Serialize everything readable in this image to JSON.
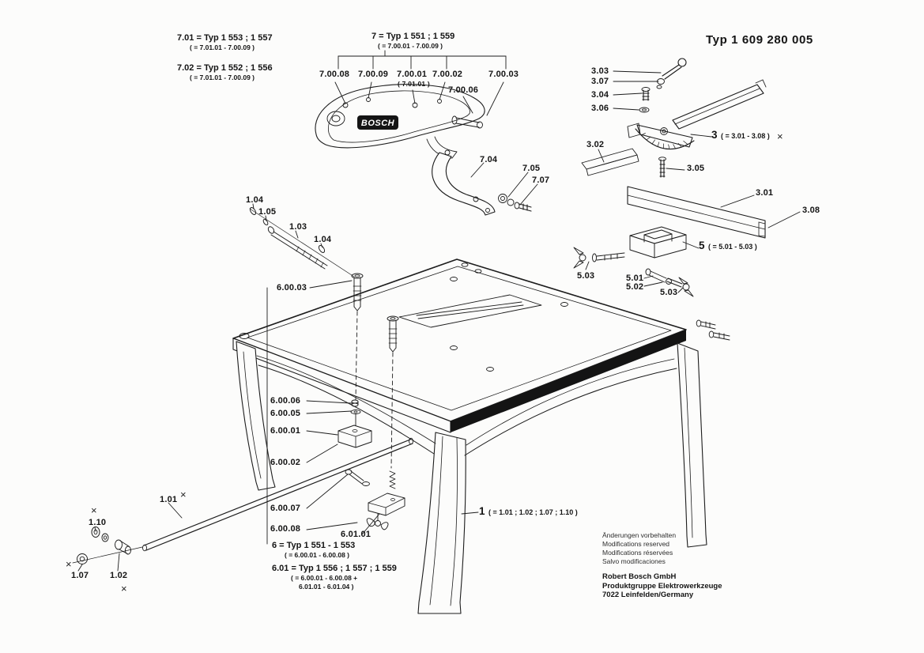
{
  "title": "Typ 1 609 280 005",
  "logo": "BOSCH",
  "mark": "×",
  "legend": {
    "v701": {
      "name": "7.01 = Typ 1 553 ; 1 557",
      "range": "( = 7.01.01 - 7.00.09 )"
    },
    "v702": {
      "name": "7.02 = Typ 1 552 ; 1 556",
      "range": "( = 7.01.01 - 7.00.09 )"
    },
    "v7": {
      "name": "7 = Typ 1 551 ; 1 559",
      "range": "( = 7.00.01 - 7.00.09 )"
    },
    "v6": {
      "name": "6 = Typ 1 551 - 1 553",
      "range": "( = 6.00.01 - 6.00.08 )"
    },
    "v601": {
      "name": "6.01 = Typ 1 556 ; 1 557 ; 1 559",
      "range1": "( = 6.00.01 - 6.00.08 +",
      "range2": "6.01.01 - 6.01.04 )"
    },
    "g1": {
      "num": "1",
      "range": "( = 1.01 ; 1.02 ; 1.07 ; 1.10 )"
    },
    "g3": {
      "num": "3",
      "range": "( = 3.01 - 3.08 )"
    },
    "g5": {
      "num": "5",
      "range": "( = 5.01 - 5.03 )"
    }
  },
  "callouts": [
    "7.00.08",
    "7.00.09",
    "7.00.01",
    "( 7.01.01 )",
    "7.00.02",
    "7.00.03",
    "7.00.06",
    "7.04",
    "7.05",
    "7.07",
    "3.03",
    "3.07",
    "3.04",
    "3.06",
    "3.02",
    "3.05",
    "3.01",
    "3.08",
    "5.03",
    "5.01",
    "5.02",
    "5.03",
    "1.04",
    "1.05",
    "1.03",
    "1.04",
    "6.00.03",
    "6.00.06",
    "6.00.05",
    "6.00.01",
    "6.00.02",
    "6.00.07",
    "6.00.08",
    "6.01.01",
    "1.01",
    "1.10",
    "1.07",
    "1.02"
  ],
  "footer": {
    "notes": [
      "Änderungen vorbehalten",
      "Modifications reserved",
      "Modifications réservées",
      "Salvo modificaciones"
    ],
    "company": [
      "Robert Bosch GmbH",
      "Produktgruppe Elektrowerkzeuge",
      "7022 Leinfelden/Germany"
    ]
  }
}
